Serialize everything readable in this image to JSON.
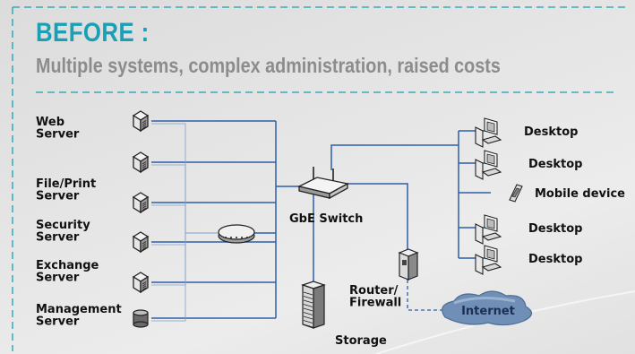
{
  "header": {
    "title": "BEFORE :",
    "subtitle": "Multiple systems, complex administration, raised costs"
  },
  "servers": [
    {
      "label_lines": [
        "Web",
        "Server"
      ],
      "icon": "server-tower-icon"
    },
    {
      "label_lines": [],
      "icon": "server-tower-icon"
    },
    {
      "label_lines": [
        "File/Print",
        "Server"
      ],
      "icon": "server-tower-icon"
    },
    {
      "label_lines": [
        "Security",
        "Server"
      ],
      "icon": "server-tower-icon"
    },
    {
      "label_lines": [
        "Exchange",
        "Server"
      ],
      "icon": "server-tower-icon"
    },
    {
      "label_lines": [
        "Management",
        "Server"
      ],
      "icon": "database-cylinder-icon"
    }
  ],
  "hub": {
    "icon": "hub-icon"
  },
  "switch": {
    "label": "GbE Switch",
    "icon": "router-antenna-icon"
  },
  "storage": {
    "label": "Storage",
    "icon": "storage-rack-icon"
  },
  "router": {
    "label_lines": [
      "Router/",
      "Firewall"
    ],
    "icon": "firewall-tower-icon"
  },
  "internet": {
    "label": "Internet",
    "icon": "cloud-icon"
  },
  "clients": [
    {
      "label": "Desktop",
      "icon": "desktop-computer-icon"
    },
    {
      "label": "Desktop",
      "icon": "desktop-computer-icon"
    },
    {
      "label": "Mobile device",
      "icon": "mobile-device-icon"
    },
    {
      "label": "Desktop",
      "icon": "desktop-computer-icon"
    },
    {
      "label": "Desktop",
      "icon": "desktop-computer-icon"
    }
  ],
  "colors": {
    "accent": "#1aa0b4",
    "link_line": "#2d5fa8",
    "subtitle": "#8c8c8c",
    "internet_cloud": "#6f8fb6"
  }
}
